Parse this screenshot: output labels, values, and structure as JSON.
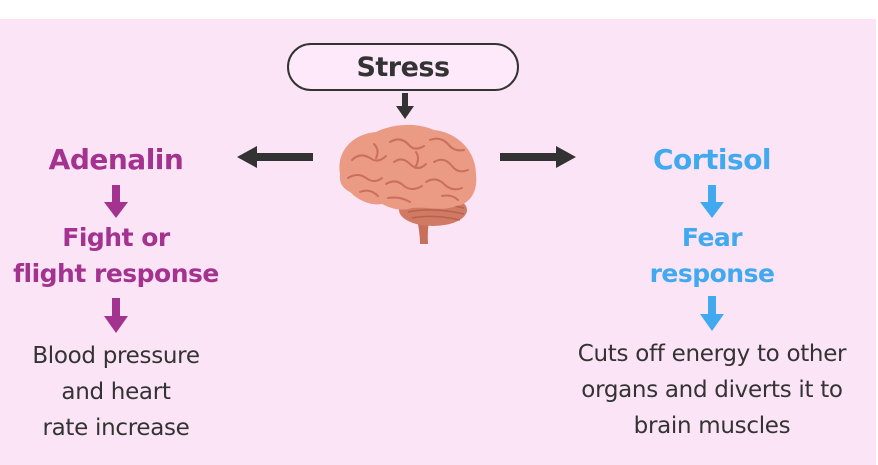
{
  "diagram": {
    "root": {
      "label": "Stress"
    },
    "center_icon": "brain-icon",
    "left_branch": {
      "hormone": "Adenalin",
      "response_lines": [
        "Fight or",
        "flight response"
      ],
      "effect_lines": [
        "Blood pressure",
        "and heart",
        "rate increase"
      ],
      "color": "#a3338f"
    },
    "right_branch": {
      "hormone": "Cortisol",
      "response_lines": [
        "Fear",
        "response"
      ],
      "effect_lines": [
        "Cuts off energy to other",
        "organs and diverts it to",
        "brain muscles"
      ],
      "color": "#40a9ef"
    },
    "colors": {
      "background": "#fce4f7",
      "text_dark": "#333333",
      "arrow_dark": "#333333"
    }
  }
}
